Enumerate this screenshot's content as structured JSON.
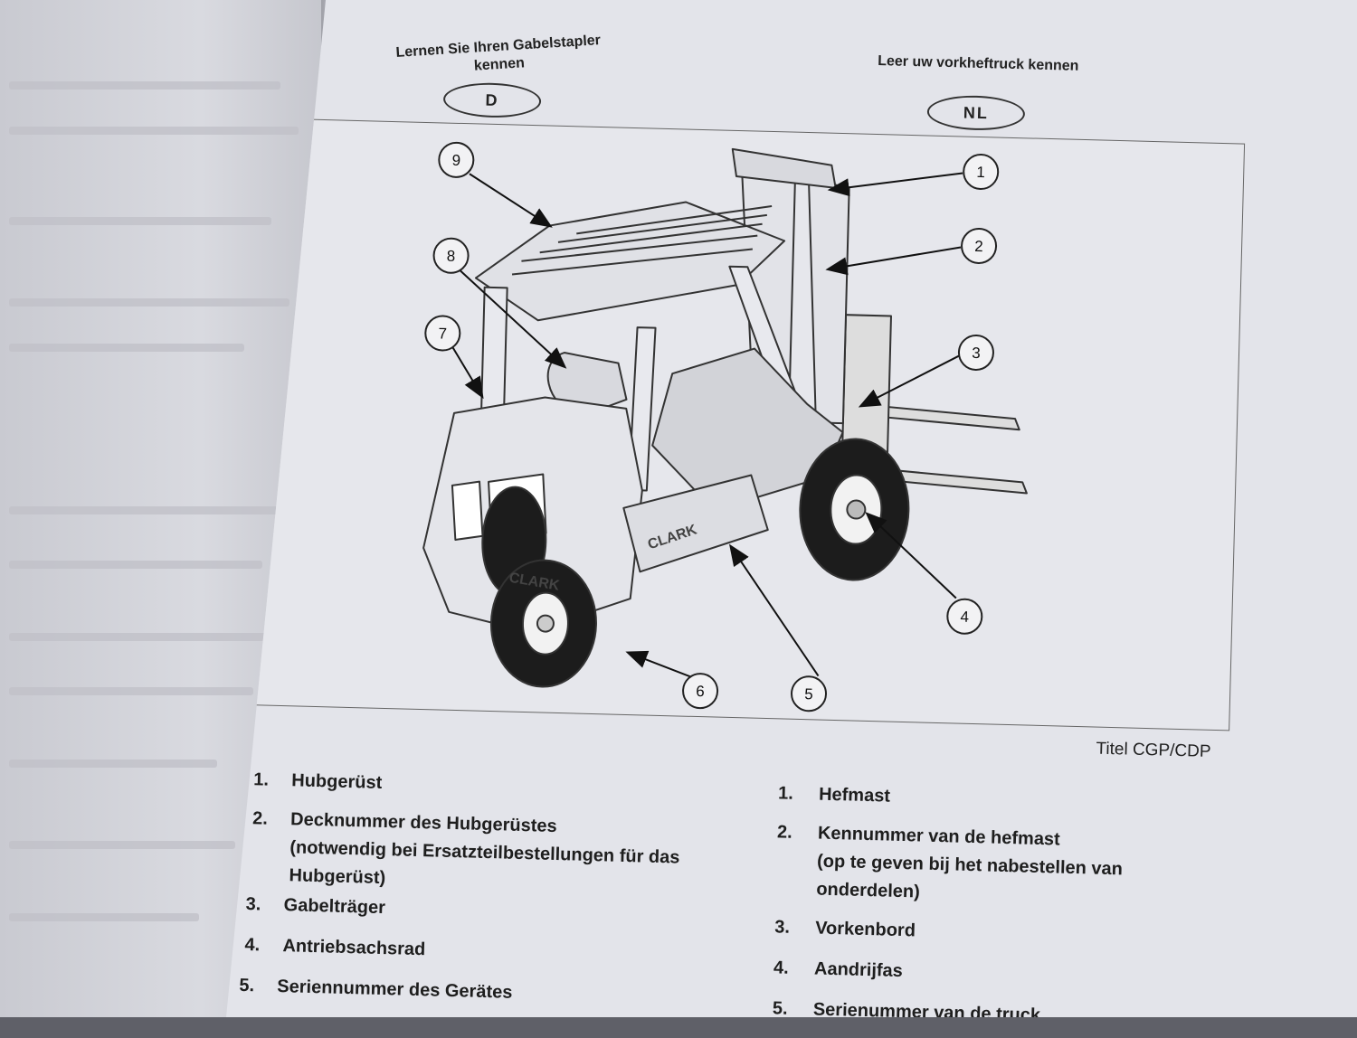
{
  "header": {
    "de_title_line1": "Lernen Sie Ihren Gabelstapler",
    "de_title_line2": "kennen",
    "nl_title": "Leer uw vorkheftruck kennen",
    "de_lang": "D",
    "nl_lang": "NL"
  },
  "figure": {
    "callouts": [
      "1",
      "2",
      "3",
      "4",
      "5",
      "6",
      "7",
      "8",
      "9"
    ],
    "brand_labels": [
      "CLARK",
      "CLARK"
    ],
    "caption": "Titel CGP/CDP"
  },
  "de_items": [
    {
      "num": "1.",
      "lines": [
        "Hubgerüst"
      ]
    },
    {
      "num": "2.",
      "lines": [
        "Decknummer  des Hubgerüstes",
        "(notwendig bei Ersatzteilbestellungen für das",
        "Hubgerüst)"
      ]
    },
    {
      "num": "3.",
      "lines": [
        "Gabelträger"
      ]
    },
    {
      "num": "4.",
      "lines": [
        "Antriebsachsrad"
      ]
    },
    {
      "num": "5.",
      "lines": [
        "Seriennummer des Gerätes"
      ]
    }
  ],
  "nl_items": [
    {
      "num": "1.",
      "lines": [
        "Hefmast"
      ]
    },
    {
      "num": "2.",
      "lines": [
        "Kennummer van de hefmast",
        "(op te geven bij het nabestellen van",
        "onderdelen)"
      ]
    },
    {
      "num": "3.",
      "lines": [
        "Vorkenbord"
      ]
    },
    {
      "num": "4.",
      "lines": [
        "Aandrijfas"
      ]
    },
    {
      "num": "5.",
      "lines": [
        "Serienummer van de truck"
      ]
    }
  ]
}
